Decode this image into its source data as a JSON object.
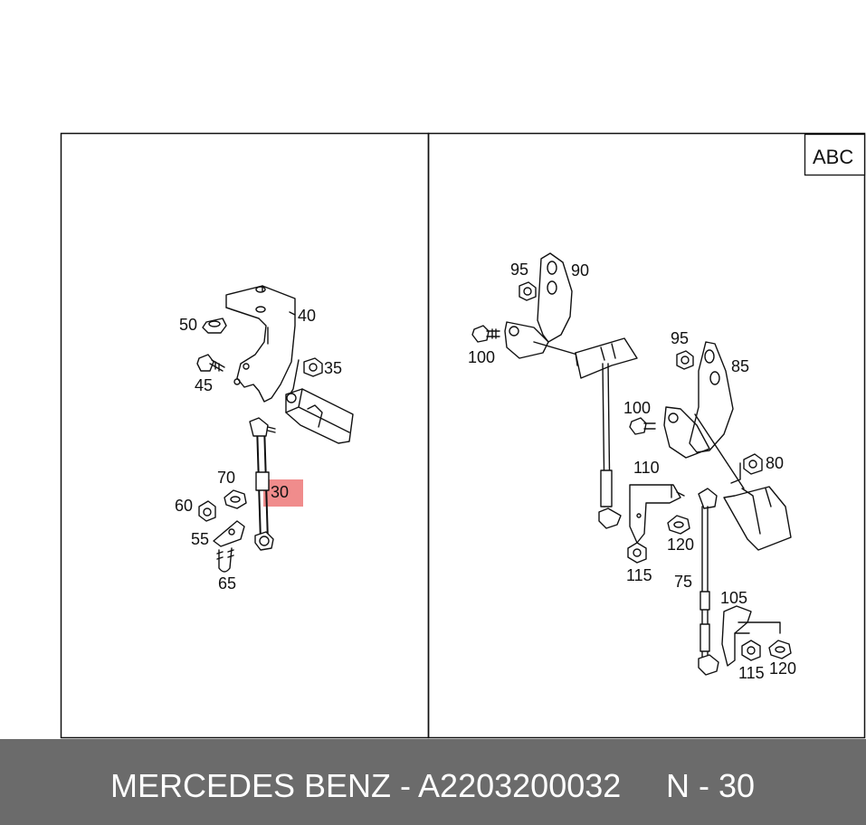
{
  "corner_label": "ABC",
  "footer": {
    "title": "MERCEDES BENZ - A2203200032",
    "code": "N - 30"
  },
  "highlight_color": "#f08c8c",
  "left_callouts": {
    "c30": "30",
    "c35": "35",
    "c40": "40",
    "c45": "45",
    "c50": "50",
    "c55": "55",
    "c60": "60",
    "c65": "65",
    "c70": "70"
  },
  "right_callouts": {
    "c75": "75",
    "c80": "80",
    "c85": "85",
    "c90": "90",
    "c95a": "95",
    "c95b": "95",
    "c100a": "100",
    "c100b": "100",
    "c105": "105",
    "c110": "110",
    "c115a": "115",
    "c115b": "115",
    "c120a": "120",
    "c120b": "120"
  }
}
